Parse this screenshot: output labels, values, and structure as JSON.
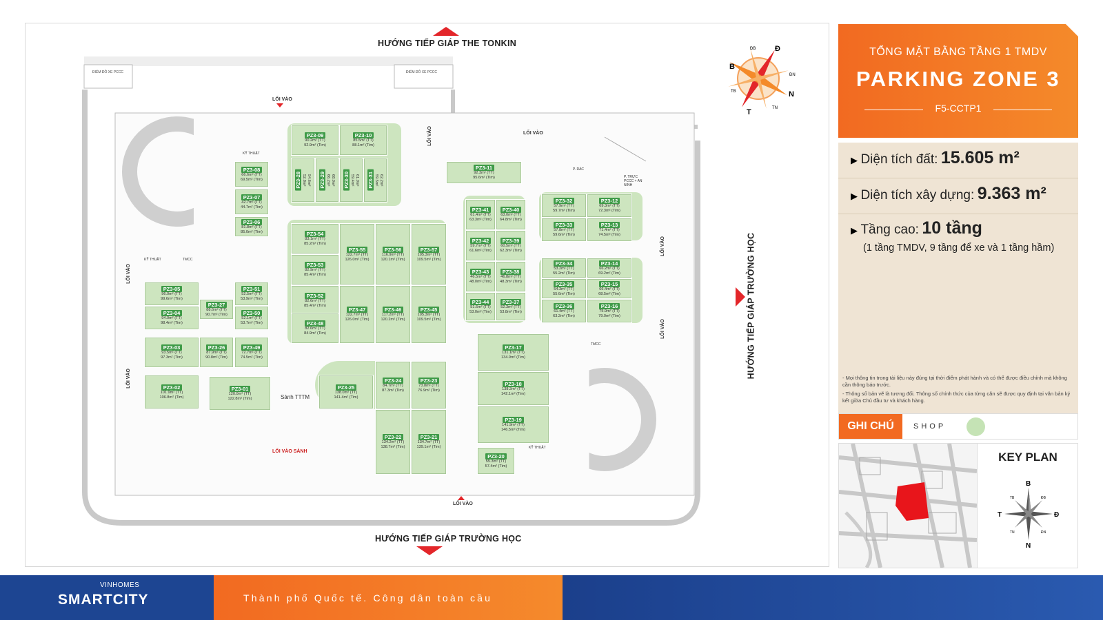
{
  "plan": {
    "dir_top": "HƯỚNG TIẾP GIÁP THE TONKIN",
    "dir_bottom": "HƯỚNG TIẾP GIÁP TRƯỜNG HỌC",
    "dir_right": "HƯỚNG TIẾP GIÁP TRƯỜNG HỌC",
    "fire_left": "ĐIỂM ĐỖ XE PCCC",
    "fire_right": "ĐIỂM ĐỖ XE PCCC",
    "entrance": "LỐI VÀO",
    "main_entrance": "LỐI VÀO SẢNH",
    "lobby": "Sảnh TTTM",
    "tech": "KỸ THUẬT",
    "tmcc": "TMCC",
    "trash": "P. RÁC",
    "guard": "P. TRỰC PCCC + AN NINH",
    "compass": {
      "b": "B",
      "d": "Đ",
      "n": "N",
      "t": "T",
      "db": "ĐB",
      "dn": "ĐN",
      "tb": "TB",
      "tn": "TN"
    }
  },
  "shops": [
    {
      "code": "PZ3-09",
      "a1": "90.2m² (TT)",
      "a2": "92.9m² (Tim)"
    },
    {
      "code": "PZ3-10",
      "a1": "85.5m² (TT)",
      "a2": "88.1m² (Tim)"
    },
    {
      "code": "PZ3-08",
      "a1": "66.6m² (TT)",
      "a2": "69.5m² (Tim)"
    },
    {
      "code": "PZ3-07",
      "a1": "42.7m² (TT)",
      "a2": "44.7m² (Tim)"
    },
    {
      "code": "PZ3-06",
      "a1": "81.8m² (TT)",
      "a2": "85.0m² (Tim)"
    },
    {
      "code": "PZ3-28",
      "a1": "52.8m²",
      "a2": "54.6m²"
    },
    {
      "code": "PZ3-29",
      "a1": "66.2m²",
      "a2": "68.0m²"
    },
    {
      "code": "PZ3-30",
      "a1": "59.4m²",
      "a2": "61.0m²"
    },
    {
      "code": "PZ3-31",
      "a1": "59.5m²",
      "a2": "62.2m²"
    },
    {
      "code": "PZ3-11",
      "a1": "92.3m² (TT)",
      "a2": "95.6m² (Tim)"
    },
    {
      "code": "PZ3-54",
      "a1": "83.1m² (TT)",
      "a2": "85.2m² (Tim)"
    },
    {
      "code": "PZ3-55",
      "a1": "122.7m² (TT)",
      "a2": "126.0m² (Tim)"
    },
    {
      "code": "PZ3-56",
      "a1": "116.9m² (TT)",
      "a2": "120.1m² (Tim)"
    },
    {
      "code": "PZ3-57",
      "a1": "105.3m² (TT)",
      "a2": "109.5m² (Tim)"
    },
    {
      "code": "PZ3-53",
      "a1": "82.9m² (TT)",
      "a2": "85.4m² (Tim)"
    },
    {
      "code": "PZ3-52",
      "a1": "82.6m² (TT)",
      "a2": "85.4m² (Tim)"
    },
    {
      "code": "PZ3-48",
      "a1": "82.6m² (TT)",
      "a2": "84.9m² (Tim)"
    },
    {
      "code": "PZ3-47",
      "a1": "122.7m² (TT)",
      "a2": "126.0m² (Tim)"
    },
    {
      "code": "PZ3-46",
      "a1": "117.2m² (TT)",
      "a2": "120.2m² (Tim)"
    },
    {
      "code": "PZ3-45",
      "a1": "105.3m² (TT)",
      "a2": "109.5m² (Tim)"
    },
    {
      "code": "PZ3-41",
      "a1": "61.4m² (TT)",
      "a2": "63.3m² (Tim)"
    },
    {
      "code": "PZ3-40",
      "a1": "63.0m² (TT)",
      "a2": "64.8m² (Tim)"
    },
    {
      "code": "PZ3-42",
      "a1": "59.7m² (TT)",
      "a2": "61.6m² (Tim)"
    },
    {
      "code": "PZ3-39",
      "a1": "60.5m² (TT)",
      "a2": "62.3m² (Tim)"
    },
    {
      "code": "PZ3-43",
      "a1": "46.5m² (TT)",
      "a2": "48.0m² (Tim)"
    },
    {
      "code": "PZ3-38",
      "a1": "46.8m² (TT)",
      "a2": "48.3m² (Tim)"
    },
    {
      "code": "PZ3-44",
      "a1": "51.6m² (TT)",
      "a2": "53.0m² (Tim)"
    },
    {
      "code": "PZ3-37",
      "a1": "52.3m² (TT)",
      "a2": "53.8m² (Tim)"
    },
    {
      "code": "PZ3-32",
      "a1": "57.9m² (TT)",
      "a2": "59.7m² (Tim)"
    },
    {
      "code": "PZ3-12",
      "a1": "69.3m² (TT)",
      "a2": "72.3m² (Tim)"
    },
    {
      "code": "PZ3-33",
      "a1": "57.8m² (TT)",
      "a2": "59.6m² (Tim)"
    },
    {
      "code": "PZ3-13",
      "a1": "71.4m² (TT)",
      "a2": "74.5m² (Tim)"
    },
    {
      "code": "PZ3-34",
      "a1": "53.2m² (TT)",
      "a2": "55.2m² (Tim)"
    },
    {
      "code": "PZ3-14",
      "a1": "66.2m² (TT)",
      "a2": "69.2m² (Tim)"
    },
    {
      "code": "PZ3-35",
      "a1": "54.3m² (TT)",
      "a2": "55.6m² (Tim)"
    },
    {
      "code": "PZ3-15",
      "a1": "66.4m² (TT)",
      "a2": "68.5m² (Tim)"
    },
    {
      "code": "PZ3-36",
      "a1": "61.4m² (TT)",
      "a2": "63.2m² (Tim)"
    },
    {
      "code": "PZ3-16",
      "a1": "75.9m² (TT)",
      "a2": "79.0m² (Tim)"
    },
    {
      "code": "PZ3-05",
      "a1": "96.0m² (TT)",
      "a2": "99.6m² (Tim)"
    },
    {
      "code": "PZ3-27",
      "a1": "88.6m² (TT)",
      "a2": "90.7m² (Tim)"
    },
    {
      "code": "PZ3-51",
      "a1": "52.5m² (TT)",
      "a2": "53.9m² (Tim)"
    },
    {
      "code": "PZ3-04",
      "a1": "94.0m² (TT)",
      "a2": "98.4m² (Tim)"
    },
    {
      "code": "PZ3-50",
      "a1": "52.1m² (TT)",
      "a2": "53.7m² (Tim)"
    },
    {
      "code": "PZ3-03",
      "a1": "93.5m² (TT)",
      "a2": "97.3m² (Tim)"
    },
    {
      "code": "PZ3-26",
      "a1": "87.9m² (TT)",
      "a2": "90.8m² (Tim)"
    },
    {
      "code": "PZ3-49",
      "a1": "72.7m² (TT)",
      "a2": "74.5m² (Tim)"
    },
    {
      "code": "PZ3-02",
      "a1": "101.9m² (TT)",
      "a2": "106.8m² (Tim)"
    },
    {
      "code": "PZ3-01",
      "a1": "120.0m² (TT)",
      "a2": "122.8m² (Tim)"
    },
    {
      "code": "PZ3-25",
      "a1": "138.0m² (TT)",
      "a2": "141.4m² (Tim)"
    },
    {
      "code": "PZ3-24",
      "a1": "84.7m² (TT)",
      "a2": "87.3m² (Tim)"
    },
    {
      "code": "PZ3-23",
      "a1": "73.8m² (TT)",
      "a2": "76.9m² (Tim)"
    },
    {
      "code": "PZ3-22",
      "a1": "134.2m² (TT)",
      "a2": "138.7m² (Tim)"
    },
    {
      "code": "PZ3-21",
      "a1": "134.7m² (TT)",
      "a2": "139.1m² (Tim)"
    },
    {
      "code": "PZ3-17",
      "a1": "131.1m² (TT)",
      "a2": "134.9m² (Tim)"
    },
    {
      "code": "PZ3-18",
      "a1": "138.2m² (TT)",
      "a2": "142.1m² (Tim)"
    },
    {
      "code": "PZ3-19",
      "a1": "141.9m² (TT)",
      "a2": "146.5m² (Tim)"
    },
    {
      "code": "PZ3-20",
      "a1": "55.3m² (TT)",
      "a2": "57.4m² (Tim)"
    }
  ],
  "header": {
    "subtitle": "TỔNG MẶT BẰNG TẦNG 1 TMDV",
    "title": "PARKING ZONE 3",
    "code": "F5-CCTP1"
  },
  "stats": {
    "land_label": "Diện tích đất:",
    "land_value": "15.605 m²",
    "build_label": "Diện tích xây dựng:",
    "build_value": "9.363 m²",
    "height_label": "Tầng cao:",
    "height_value": "10 tầng",
    "height_note": "(1 tầng TMDV, 9 tầng để xe và 1 tầng hầm)",
    "note1": "- Mọi thông tin trong tài liệu này đúng tại thời điểm phát hành và có thể được điều chỉnh mà không cần thông báo trước.",
    "note2": "- Thông số bản vẽ là tương đối. Thông số chính thức của từng căn sẽ được quy định tại văn bản ký kết giữa Chủ đầu tư và khách hàng."
  },
  "legend": {
    "title": "GHI CHÚ",
    "shop": "SHOP",
    "shop_color": "#c5e3b5"
  },
  "keyplan": {
    "title": "KEY PLAN",
    "b": "B",
    "n": "N",
    "t": "T",
    "d": "Đ",
    "db": "ĐB",
    "dn": "ĐN",
    "tb": "TB",
    "tn": "TN"
  },
  "footer": {
    "brand_top": "VINHOMES",
    "brand": "SMARTCITY",
    "slogan": "Thành phố Quốc tế.  Công dân toàn cầu"
  },
  "colors": {
    "orange": "#f26a21",
    "green": "#3f9b48",
    "red": "#e3262a",
    "navy": "#1b3f8b"
  }
}
